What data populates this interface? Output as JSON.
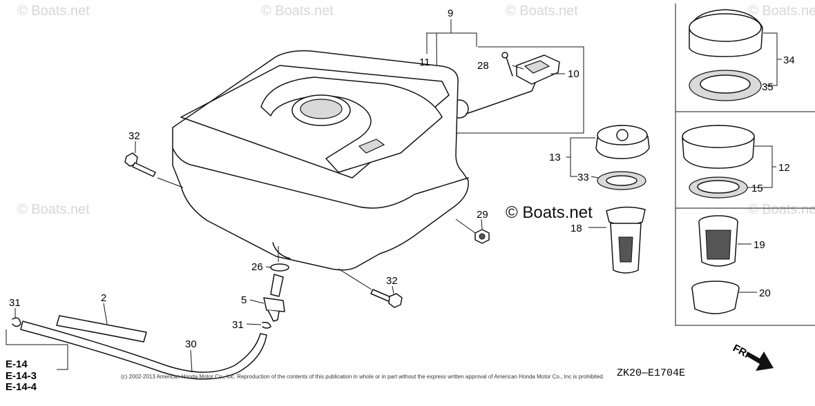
{
  "watermark": "© Boats.net",
  "brand_watermark": "© Boats.net",
  "diagram_code": "ZK20—E1704E",
  "copyright": "(c) 2002-2013 American Honda Motor Co., Inc. Reproduction of the contents of this publication in whole or in part without the express written approval of American Honda Motor Co., Inc is prohibited.",
  "front_label": "FR.",
  "ref_labels": [
    "E-14",
    "E-14-3",
    "E-14-4"
  ],
  "callouts": {
    "c9": "9",
    "c11": "11",
    "c28": "28",
    "c10": "10",
    "c34": "34",
    "c35": "35",
    "c32a": "32",
    "c13": "13",
    "c33": "33",
    "c12": "12",
    "c15": "15",
    "c29": "29",
    "c18": "18",
    "c19": "19",
    "c26": "26",
    "c32b": "32",
    "c31a": "31",
    "c2": "2",
    "c5": "5",
    "c31b": "31",
    "c30": "30",
    "c20": "20"
  }
}
